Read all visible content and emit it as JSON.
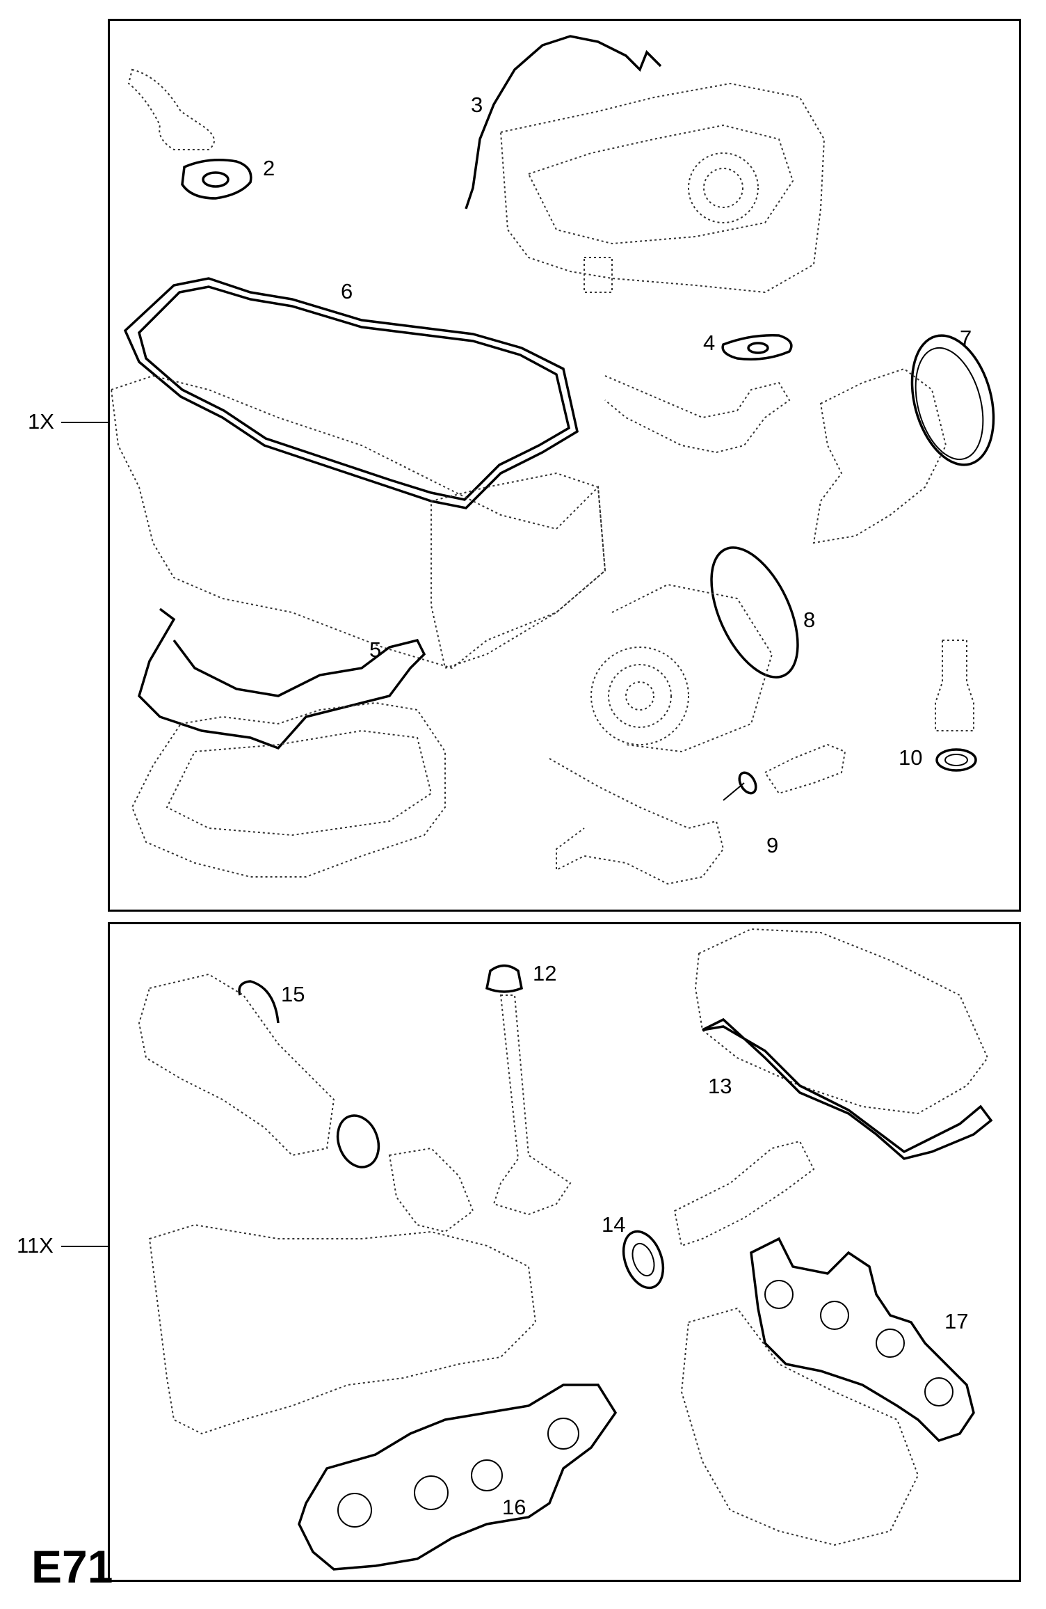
{
  "page_code": "E71",
  "groups": [
    {
      "label": "1X"
    },
    {
      "label": "11X"
    }
  ],
  "callouts": [
    "2",
    "3",
    "4",
    "5",
    "6",
    "7",
    "8",
    "9",
    "10",
    "12",
    "13",
    "14",
    "15",
    "16",
    "17"
  ]
}
